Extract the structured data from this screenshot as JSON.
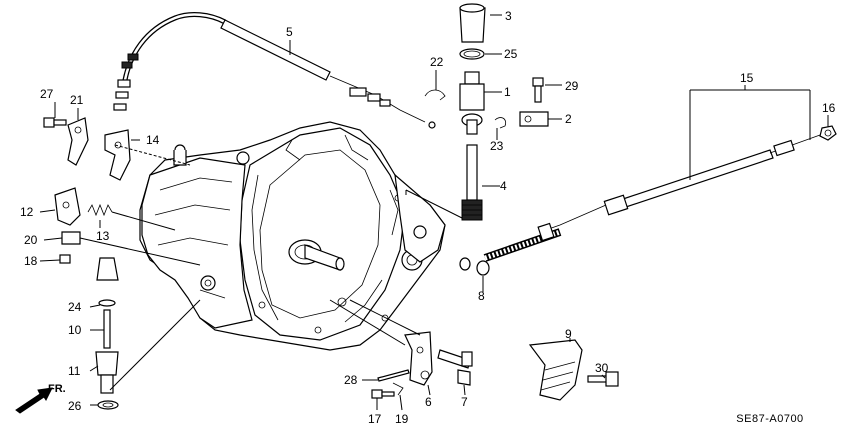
{
  "diagram": {
    "code": "SE87-A0700",
    "front_label": "FR.",
    "callouts": [
      "1",
      "2",
      "3",
      "4",
      "5",
      "6",
      "7",
      "8",
      "9",
      "10",
      "11",
      "12",
      "13",
      "14",
      "15",
      "16",
      "17",
      "18",
      "19",
      "20",
      "21",
      "22",
      "23",
      "24",
      "25",
      "26",
      "27",
      "28",
      "29",
      "30"
    ]
  }
}
